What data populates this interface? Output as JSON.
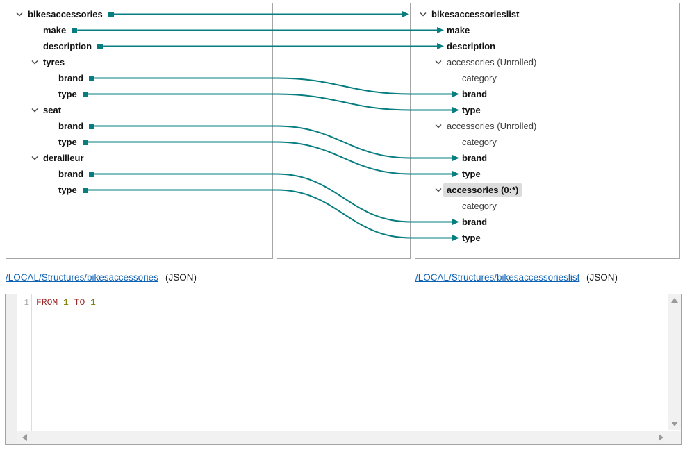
{
  "colors": {
    "teal": "#077d80",
    "panel_border": "#a6a6a6",
    "link_blue": "#0e62b5",
    "selected_bg": "#dcdcdc",
    "keyword": "#9a2a2a",
    "number": "#7d7d00",
    "line_number_gray": "#a8a8a8"
  },
  "left_tree": {
    "nodes": [
      {
        "label": "bikesaccessories",
        "level": 1,
        "bold": true,
        "parent": true,
        "mapped": true
      },
      {
        "label": "make",
        "level": 2,
        "bold": true,
        "mapped": true
      },
      {
        "label": "description",
        "level": 2,
        "bold": true,
        "mapped": true
      },
      {
        "label": "tyres",
        "level": 2,
        "bold": true,
        "parent": true
      },
      {
        "label": "brand",
        "level": 3,
        "bold": true,
        "mapped": true
      },
      {
        "label": "type",
        "level": 3,
        "bold": true,
        "mapped": true
      },
      {
        "label": "seat",
        "level": 2,
        "bold": true,
        "parent": true
      },
      {
        "label": "brand",
        "level": 3,
        "bold": true,
        "mapped": true
      },
      {
        "label": "type",
        "level": 3,
        "bold": true,
        "mapped": true
      },
      {
        "label": "derailleur",
        "level": 2,
        "bold": true,
        "parent": true
      },
      {
        "label": "brand",
        "level": 3,
        "bold": true,
        "mapped": true
      },
      {
        "label": "type",
        "level": 3,
        "bold": true,
        "mapped": true
      }
    ]
  },
  "right_tree": {
    "nodes": [
      {
        "label": "bikesaccessorieslist",
        "level": 1,
        "bold": true,
        "parent": true
      },
      {
        "label": "make",
        "level": 2,
        "bold": true
      },
      {
        "label": "description",
        "level": 2,
        "bold": true
      },
      {
        "label": "accessories (Unrolled)",
        "level": 2,
        "parent": true
      },
      {
        "label": "category",
        "level": 3
      },
      {
        "label": "brand",
        "level": 3,
        "bold": true
      },
      {
        "label": "type",
        "level": 3,
        "bold": true
      },
      {
        "label": "accessories (Unrolled)",
        "level": 2,
        "parent": true
      },
      {
        "label": "category",
        "level": 3
      },
      {
        "label": "brand",
        "level": 3,
        "bold": true
      },
      {
        "label": "type",
        "level": 3,
        "bold": true
      },
      {
        "label": "accessories (0:*)",
        "level": 2,
        "bold": true,
        "parent": true,
        "selected": true
      },
      {
        "label": "category",
        "level": 3
      },
      {
        "label": "brand",
        "level": 3,
        "bold": true
      },
      {
        "label": "type",
        "level": 3,
        "bold": true
      }
    ]
  },
  "connections": [
    {
      "from": 0,
      "to": null
    },
    {
      "from": 1,
      "to": 1
    },
    {
      "from": 2,
      "to": 2
    },
    {
      "from": 4,
      "to": 5
    },
    {
      "from": 5,
      "to": 6
    },
    {
      "from": 7,
      "to": 9
    },
    {
      "from": 8,
      "to": 10
    },
    {
      "from": 10,
      "to": 13
    },
    {
      "from": 11,
      "to": 14
    }
  ],
  "footer": {
    "left_link": "/LOCAL/Structures/bikesaccessories",
    "left_format": "(JSON)",
    "right_link": "/LOCAL/Structures/bikesaccessorieslist",
    "right_format": "(JSON)"
  },
  "editor": {
    "line_number": "1",
    "tokens": [
      {
        "t": "FROM",
        "c": "keyword"
      },
      {
        "t": " ",
        "c": "plain"
      },
      {
        "t": "1",
        "c": "number"
      },
      {
        "t": " ",
        "c": "plain"
      },
      {
        "t": "TO",
        "c": "keyword"
      },
      {
        "t": " ",
        "c": "plain"
      },
      {
        "t": "1",
        "c": "number"
      }
    ]
  }
}
